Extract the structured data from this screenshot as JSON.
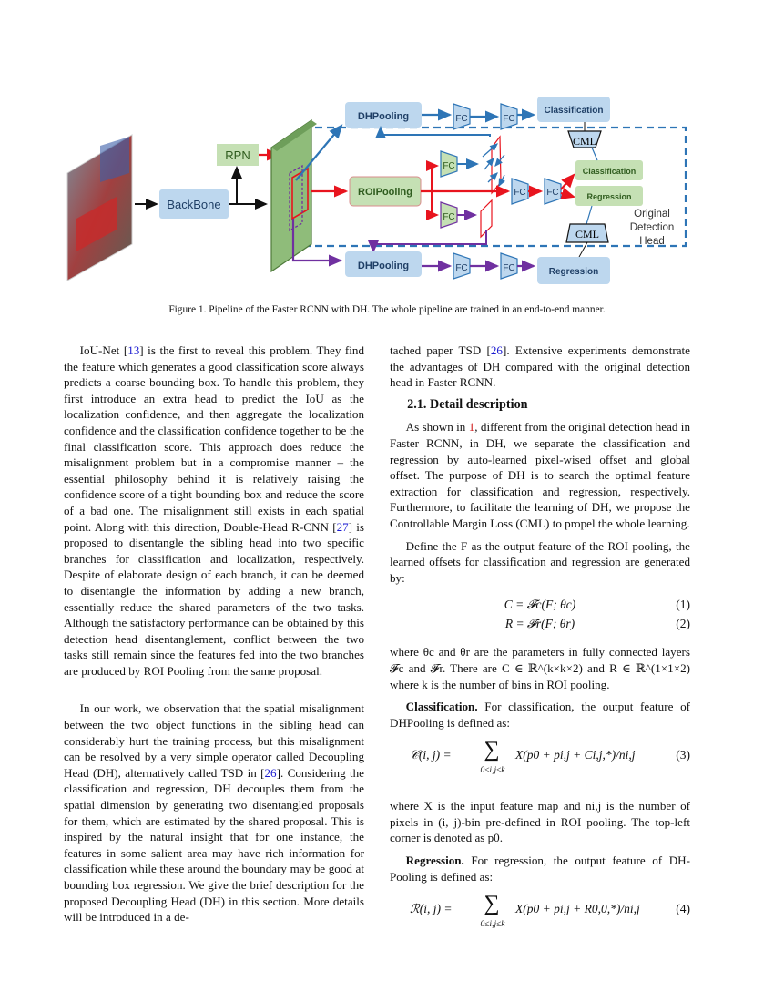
{
  "figure": {
    "labels": {
      "dhpooling_top": "DHPooling",
      "dhpooling_bottom": "DHPooling",
      "roipooling": "ROIPooling",
      "rpn": "RPN",
      "backbone": "BackBone",
      "fc": "FC",
      "classification_top": "Classification",
      "classification_mid": "Classification",
      "regression_mid": "Regression",
      "regression_bottom": "Regression",
      "cml": "CML",
      "original_line1": "Original",
      "original_line2": "Detection",
      "original_line3": "Head"
    },
    "colors": {
      "blue_box": "#bdd7ee",
      "green_box": "#c5e0b4",
      "feature_map": "#8fbc7a",
      "blue_arrow": "#2e75b6",
      "red_arrow": "#e8141e",
      "purple_arrow": "#7030a0",
      "dashed": "#2e75b6"
    },
    "caption": "Figure 1. Pipeline of the Faster RCNN with DH. The whole pipeline are trained in an end-to-end manner."
  },
  "left_column": {
    "p1": {
      "a": "IoU-Net [",
      "c1": "13",
      "b": "] is the first to reveal this problem. They find the feature which generates a good classification score always predicts a coarse bounding box. To handle this problem, they first introduce an extra head to predict the IoU as the localization confidence, and then aggregate the localization confidence and the classification confidence together to be the final classification score. This approach does reduce the misalignment problem but in a compromise manner – the essential philosophy behind it is relatively raising the confidence score of a tight bounding box and reduce the score of a bad one. The misalignment still exists in each spatial point. Along with this direction, Double-Head R-CNN [",
      "c2": "27",
      "d": "] is proposed to disentangle the sibling head into two specific branches for classification and localization, respectively. Despite of elaborate design of each branch, it can be deemed to disentangle the information by adding a new branch, essentially reduce the shared parameters of the two tasks. Although the satisfactory performance can be obtained by this detection head disentanglement, conflict between the two tasks still remain since the features fed into the two branches are produced by ROI Pooling from the same proposal."
    },
    "p2": {
      "a": "In our work, we observation that the spatial misalignment between the two object functions in the sibling head can considerably hurt the training process, but this misalignment can be resolved by a very simple operator called Decoupling Head (DH), alternatively called TSD in [",
      "c1": "26",
      "b": "]. Considering the classification and regression, DH decouples them from the spatial dimension by generating two disentangled proposals for them, which are estimated by the shared proposal. This is inspired by the natural insight that for one instance, the features in some salient area may have rich information for classification while these around the boundary may be good at bounding box regression. We give the brief description for the proposed Decoupling Head (DH) in this section. More details will be introduced in a de-"
    }
  },
  "right_column": {
    "p0": {
      "a": "tached paper TSD [",
      "c1": "26",
      "b": "]. Extensive experiments demonstrate the advantages of DH compared with the original detection head in Faster RCNN."
    },
    "section_title": "2.1. Detail description",
    "p1": {
      "a": "As shown in ",
      "ref": "1",
      "b": ", different from the original detection head in Faster RCNN, in DH, we separate the classification and regression by auto-learned pixel-wised offset and global offset. The purpose of DH is to search the optimal feature extraction for classification and regression, respectively. Furthermore, to facilitate the learning of DH, we propose the Controllable Margin Loss (CML) to propel the whole learning."
    },
    "p2": "Define the F as the output feature of the ROI pooling, the learned offsets for classification and regression are generated by:",
    "eq1": "C = 𝓕c(F; θc)",
    "eq1_num": "(1)",
    "eq2": "R = 𝓕r(F; θr)",
    "eq2_num": "(2)",
    "p3": "where θc and θr are the parameters in fully connected layers 𝓕c and 𝓕r. There are C ∈ ℝ^(k×k×2) and R ∈ ℝ^(1×1×2) where k is the number of bins in ROI pooling.",
    "p4_head": "Classification.",
    "p4": " For classification, the output feature of DHPooling is defined as:",
    "eq3_lhs": "𝒞(i, j) =",
    "eq3_sum": "∑",
    "eq3_sub": "0≤i,j≤k",
    "eq3_rhs": "X(p0 + pi,j + Ci,j,*)/ni,j",
    "eq3_num": "(3)",
    "p5": "where X is the input feature map and ni,j is the number of pixels in (i, j)-bin pre-defined in ROI pooling. The top-left corner is denoted as p0.",
    "p6_head": "Regression.",
    "p6": " For regression, the output feature of DH-Pooling is defined as:",
    "eq4_lhs": "ℛ(i, j) =",
    "eq4_sum": "∑",
    "eq4_sub": "0≤i,j≤k",
    "eq4_rhs": "X(p0 + pi,j + R0,0,*)/ni,j",
    "eq4_num": "(4)"
  }
}
